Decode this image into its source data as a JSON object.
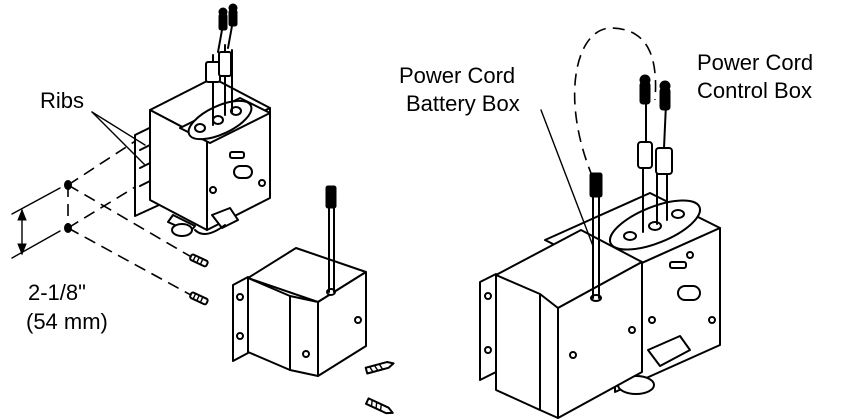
{
  "labels": {
    "ribs": "Ribs",
    "spacing_imperial": "2-1/8\"",
    "spacing_metric": "(54 mm)",
    "battery_cord_line1": "Power Cord",
    "battery_cord_line2": "Battery Box",
    "control_cord_line1": "Power Cord",
    "control_cord_line2": "Control Box"
  }
}
